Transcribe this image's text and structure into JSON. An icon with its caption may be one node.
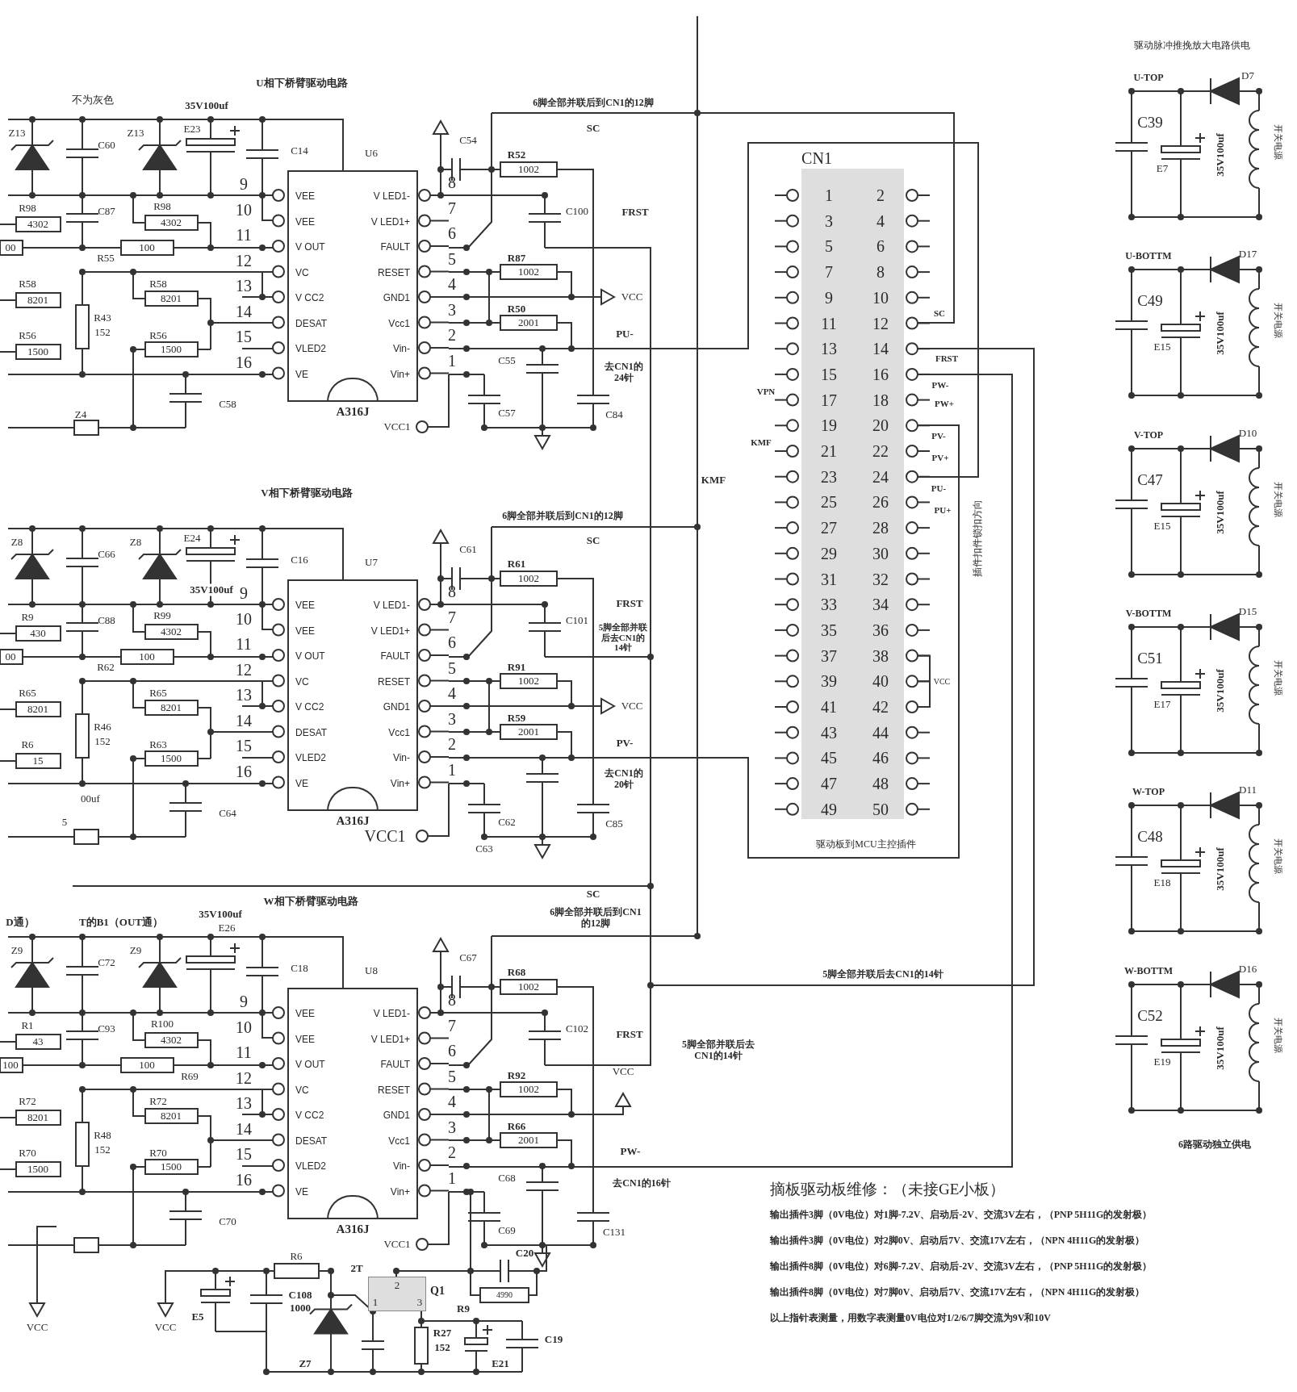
{
  "diagram": {
    "nodes": [
      {
        "text": [
          "VEE",
          "VEE",
          "V OUT",
          "VC",
          "V CC2",
          "DESAT",
          "VLED2",
          "VE",
          "V LED1-",
          "V LED1+",
          "FAULT",
          "RESET",
          "GND1",
          "Vcc1",
          "Vin-",
          "Vin+"
        ],
        "beside": [
          "U6",
          "A316J",
          "9",
          "10",
          "11",
          "12",
          "13",
          "14",
          "15",
          "16",
          "8",
          "7",
          "6",
          "5",
          "4",
          "3",
          "2",
          "1"
        ]
      },
      {
        "text": [
          "VEE",
          "VEE",
          "V OUT",
          "VC",
          "V CC2",
          "DESAT",
          "VLED2",
          "VE",
          "V LED1-",
          "V LED1+",
          "FAULT",
          "RESET",
          "GND1",
          "Vcc1",
          "Vin-",
          "Vin+"
        ],
        "beside": [
          "U7",
          "A316J",
          "9",
          "10",
          "11",
          "12",
          "13",
          "14",
          "15",
          "16",
          "8",
          "7",
          "6",
          "5",
          "4",
          "3",
          "2",
          "1"
        ]
      },
      {
        "text": [
          "VEE",
          "VEE",
          "V OUT",
          "VC",
          "V CC2",
          "DESAT",
          "VLED2",
          "VE",
          "V LED1-",
          "V LED1+",
          "FAULT",
          "RESET",
          "GND1",
          "Vcc1",
          "Vin-",
          "Vin+"
        ],
        "beside": [
          "U8",
          "A316J",
          "9",
          "10",
          "11",
          "12",
          "13",
          "14",
          "15",
          "16",
          "8",
          "7",
          "6",
          "5",
          "4",
          "3",
          "2",
          "1"
        ]
      },
      {
        "text": [
          "1",
          "2",
          "3",
          "4",
          "5",
          "6",
          "7",
          "8",
          "9",
          "10",
          "11",
          "12",
          "13",
          "14",
          "15",
          "16",
          "17",
          "18",
          "19",
          "20",
          "21",
          "22",
          "23",
          "24",
          "25",
          "26",
          "27",
          "28",
          "29",
          "30",
          "31",
          "32",
          "33",
          "34",
          "35",
          "36",
          "37",
          "38",
          "39",
          "40",
          "41",
          "42",
          "43",
          "44",
          "45",
          "46",
          "47",
          "48",
          "49",
          "50"
        ],
        "beside": [
          "CN1",
          "驱动板到MCU主控插件"
        ]
      },
      {
        "text": [
          "2",
          "1",
          "3"
        ],
        "beside": [
          "Q1"
        ]
      }
    ],
    "labels": [
      "U相下桥臂驱动电路",
      "不为灰色",
      "35V100uf",
      "Z13",
      "Z13",
      "C60",
      "E23",
      "C14",
      "R98",
      "4302",
      "C87",
      "R98",
      "4302",
      "00",
      "R55",
      "100",
      "R58",
      "8201",
      "R58",
      "8201",
      "R43",
      "152",
      "R56",
      "1500",
      "R56",
      "1500",
      "C58",
      "Z4",
      "VCC1",
      "C54",
      "R52",
      "1002",
      "C100",
      "R87",
      "1002",
      "R50",
      "2001",
      "C55",
      "C57",
      "C84",
      "VCC",
      "6脚全部并联后到CN1的12脚",
      "SC",
      "FRST",
      "PU-",
      "去CN1的24针",
      "V相下桥臂驱动电路",
      "Z8",
      "C66",
      "Z8",
      "E24",
      "C16",
      "35V100uf",
      "R9",
      "430",
      "C88",
      "R99",
      "4302",
      "00",
      "R62",
      "100",
      "R65",
      "8201",
      "R65",
      "8201",
      "R46",
      "152",
      "R6",
      "15",
      "R63",
      "1500",
      "00uf",
      "C64",
      "5",
      "VCC1",
      "C61",
      "6脚全部并联后到CN1的12脚",
      "SC",
      "R61",
      "1002",
      "C101",
      "FRST",
      "5脚全部并联后去CN1的14针",
      "R91",
      "1002",
      "VCC",
      "R59",
      "2001",
      "PV-",
      "去CN1的20针",
      "C62",
      "C85",
      "C63",
      "KMF",
      "W相下桥臂驱动电路",
      "D通）",
      "T的B1（OUT通）",
      "35V100uf",
      "E26",
      "Z9",
      "C72",
      "Z9",
      "C18",
      "R1",
      "43",
      "C93",
      "R100",
      "4302",
      "100",
      "100",
      "R69",
      "R72",
      "8201",
      "R72",
      "8201",
      "R48",
      "152",
      "R70",
      "1500",
      "R70",
      "1500",
      "C70",
      "VCC1",
      "SC",
      "6脚全部并联后到CN1的12脚",
      "C67",
      "R68",
      "1002",
      "C102",
      "FRST",
      "5脚全部并联后去CN1的14针",
      "R92",
      "1002",
      "VCC",
      "R66",
      "2001",
      "PW-",
      "C68",
      "去CN1的16针",
      "C69",
      "C131",
      "R6",
      "2T",
      "C20",
      "C108",
      "1000",
      "R9",
      "4990",
      "E5",
      "VCC",
      "VCC",
      "R27",
      "152",
      "C19",
      "Z7",
      "E21",
      "5脚全部并联后去CN1的14针",
      "SC",
      "FRST",
      "PW-",
      "PW+",
      "PV-",
      "PV+",
      "PU-",
      "PU+",
      "VPN",
      "KMF",
      "VCC",
      "插件扣件锁扣方向",
      "驱动脉冲推挽放大电路供电",
      "U-TOP",
      "D7",
      "C39",
      "E7",
      "35V100uf",
      "开关电源",
      "U-BOTTM",
      "D17",
      "C49",
      "E15",
      "35V100uf",
      "开关电源",
      "V-TOP",
      "D10",
      "C47",
      "E15",
      "35V100uf",
      "开关电源",
      "V-BOTTM",
      "D15",
      "C51",
      "E17",
      "35V100uf",
      "开关电源",
      "W-TOP",
      "D11",
      "C48",
      "E18",
      "35V100uf",
      "开关电源",
      "W-BOTTM",
      "D16",
      "C52",
      "E19",
      "35V100uf",
      "开关电源",
      "6路驱动独立供电",
      "摘板驱动板维修：（未接GE小板）",
      "输出插件3脚（0V电位）对1脚-7.2V、启动后-2V、交流3V左右，（PNP 5H11G的发射极）",
      "输出插件3脚（0V电位）对2脚0V、启动后7V、交流17V左右，（NPN 4H11G的发射极）",
      "输出插件8脚（0V电位）对6脚-7.2V、启动后-2V、交流3V左右，（PNP 5H11G的发射极）",
      "输出插件8脚（0V电位）对7脚0V、启动后7V、交流17V左右，（NPN 4H11G的发射极）",
      "以上指针表测量，用数字表测量0V电位对1/2/6/7脚交流为9V和10V"
    ]
  }
}
